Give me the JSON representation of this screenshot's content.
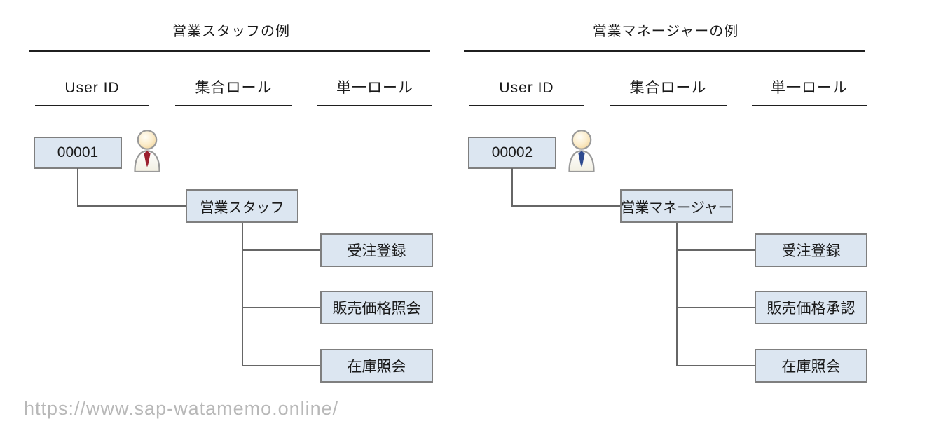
{
  "watermark": "https://www.sap-watamemo.online/",
  "colors": {
    "box_fill": "#dce6f1",
    "box_border": "#7f7f7f",
    "connector": "#666666",
    "rule": "#1f1f1f",
    "watermark_text": "#b8b8b8",
    "tie_red": "#9b1f2e",
    "tie_navy": "#2e4a8f"
  },
  "sections": [
    {
      "title": "営業スタッフの例",
      "columns": [
        "User ID",
        "集合ロール",
        "単一ロール"
      ],
      "user_id": "00001",
      "person": {
        "icon": "person-icon",
        "tie_color": "#9b1f2e"
      },
      "composite_role": "営業スタッフ",
      "single_roles": [
        "受注登録",
        "販売価格照会",
        "在庫照会"
      ]
    },
    {
      "title": "営業マネージャーの例",
      "columns": [
        "User ID",
        "集合ロール",
        "単一ロール"
      ],
      "user_id": "00002",
      "person": {
        "icon": "person-icon",
        "tie_color": "#2e4a8f"
      },
      "composite_role": "営業マネージャー",
      "single_roles": [
        "受注登録",
        "販売価格承認",
        "在庫照会"
      ]
    }
  ]
}
